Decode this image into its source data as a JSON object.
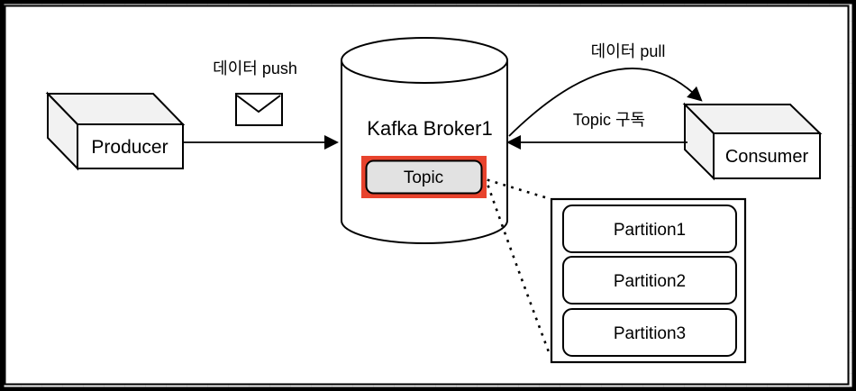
{
  "diagram": {
    "nodes": {
      "producer": "Producer",
      "broker": "Kafka Broker1",
      "topic": "Topic",
      "consumer": "Consumer",
      "partitions": [
        "Partition1",
        "Partition2",
        "Partition3"
      ]
    },
    "labels": {
      "push": "데이터 push",
      "pull": "데이터 pull",
      "subscribe": "Topic 구독"
    },
    "icons": {
      "envelope": "message-envelope-icon"
    },
    "colors": {
      "topic_border": "#E8432D",
      "topic_fill": "#E2E2E2",
      "box_shade": "#F2F2F2",
      "canvas": "#FFFFFF",
      "line": "#000000",
      "grid_line": "#D7D7D7",
      "grid_bg": "#F1F1F1"
    }
  }
}
